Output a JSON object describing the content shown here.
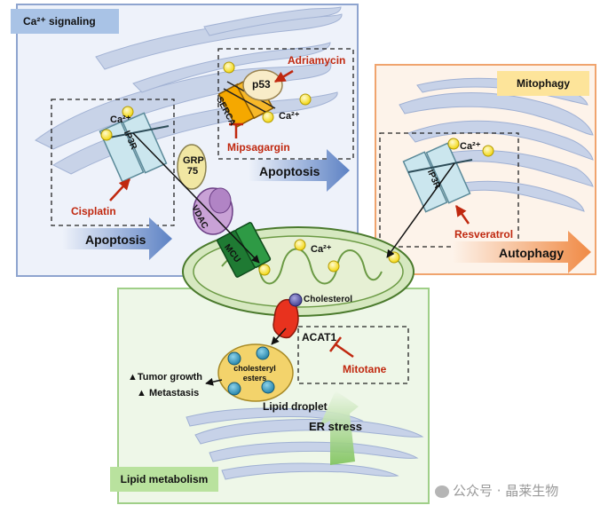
{
  "panels": {
    "ca_signaling": "Ca²⁺ signaling",
    "mitophagy": "Mitophagy",
    "lipid_metabolism": "Lipid metabolism"
  },
  "drugs": {
    "adriamycin": "Adriamycin",
    "mipsagargin": "Mipsagargin",
    "cisplatin": "Cisplatin",
    "resveratrol": "Resveratrol",
    "mitotane": "Mitotane"
  },
  "proteins": {
    "p53": "p53",
    "serca": "SERCA",
    "ip3r_left": "IP3R",
    "ip3r_right": "IP3R",
    "grp75": "GRP 75",
    "vdac": "VDAC",
    "mcu": "MCU",
    "acat1": "ACAT1",
    "cholesterol": "Cholesterol"
  },
  "ions": {
    "ca_serca": "Ca²⁺",
    "ca_ip3r_left": "Ca²⁺",
    "ca_mito": "Ca²⁺",
    "ca_ip3r_right": "Ca²⁺"
  },
  "outcomes": {
    "apoptosis_top": "Apoptosis",
    "apoptosis_bottom": "Apoptosis",
    "autophagy": "Autophagy",
    "er_stress": "ER stress",
    "lipid_droplet": "Lipid droplet",
    "cholesteryl_esters": "cholesteryl esters",
    "tumor_growth": "▲Tumor growth",
    "metastasis": "▲ Metastasis"
  },
  "watermark": "公众号 · 晶莱生物",
  "colors": {
    "ca_panel_bg": "#eef2fa",
    "ca_panel_border": "#8ea4cf",
    "mito_panel_bg": "#fdf3ea",
    "mito_panel_border": "#f0a46e",
    "lipid_panel_bg": "#eef7e8",
    "lipid_panel_border": "#9fcf88",
    "drug_red": "#c0280f",
    "ca_ion": "#ffe629",
    "serca": "#f5a800",
    "mcu": "#1f7a33"
  }
}
